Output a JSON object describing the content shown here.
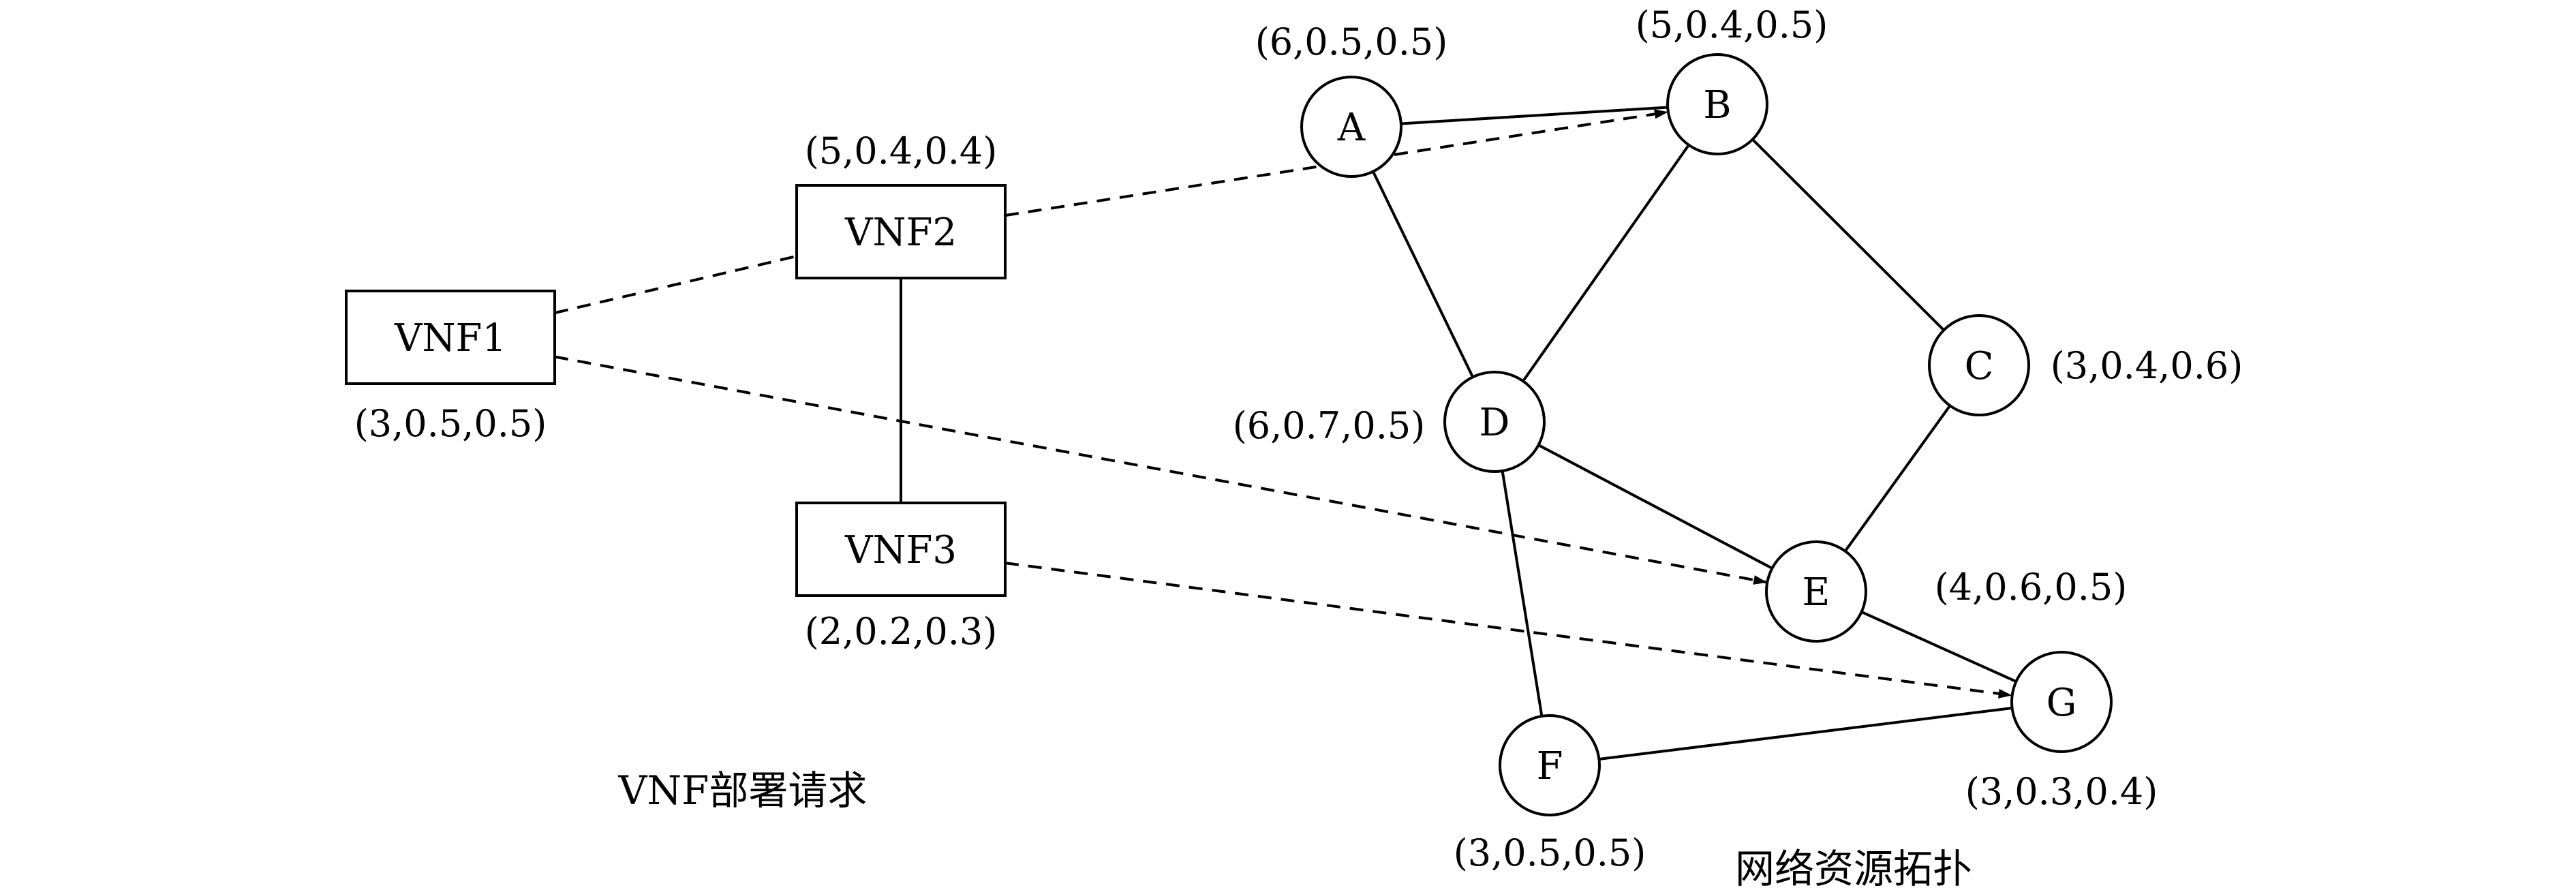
{
  "request": {
    "caption": "VNF部署请求",
    "vnfs": [
      {
        "id": "VNF1",
        "label": "VNF1",
        "attr": "(3,0.5,0.5)"
      },
      {
        "id": "VNF2",
        "label": "VNF2",
        "attr": "(5,0.4,0.4)"
      },
      {
        "id": "VNF3",
        "label": "VNF3",
        "attr": "(2,0.2,0.3)"
      }
    ],
    "links": [
      {
        "from": "VNF1",
        "to": "VNF2"
      },
      {
        "from": "VNF2",
        "to": "VNF3"
      }
    ]
  },
  "topology": {
    "caption": "网络资源拓扑",
    "nodes": [
      {
        "id": "A",
        "label": "A",
        "attr": "(6,0.5,0.5)"
      },
      {
        "id": "B",
        "label": "B",
        "attr": "(5,0.4,0.5)"
      },
      {
        "id": "C",
        "label": "C",
        "attr": "(3,0.4,0.6)"
      },
      {
        "id": "D",
        "label": "D",
        "attr": "(6,0.7,0.5)"
      },
      {
        "id": "E",
        "label": "E",
        "attr": "(4,0.6,0.5)"
      },
      {
        "id": "F",
        "label": "F",
        "attr": "(3,0.5,0.5)"
      },
      {
        "id": "G",
        "label": "G",
        "attr": "(3,0.3,0.4)"
      }
    ],
    "links": [
      {
        "from": "A",
        "to": "B"
      },
      {
        "from": "A",
        "to": "D"
      },
      {
        "from": "B",
        "to": "D"
      },
      {
        "from": "B",
        "to": "C"
      },
      {
        "from": "C",
        "to": "E"
      },
      {
        "from": "D",
        "to": "E"
      },
      {
        "from": "D",
        "to": "F"
      },
      {
        "from": "E",
        "to": "G"
      },
      {
        "from": "F",
        "to": "G"
      }
    ]
  },
  "mappings": [
    {
      "from": "VNF1",
      "to": "E"
    },
    {
      "from": "VNF2",
      "to": "B"
    },
    {
      "from": "VNF3",
      "to": "G"
    }
  ]
}
